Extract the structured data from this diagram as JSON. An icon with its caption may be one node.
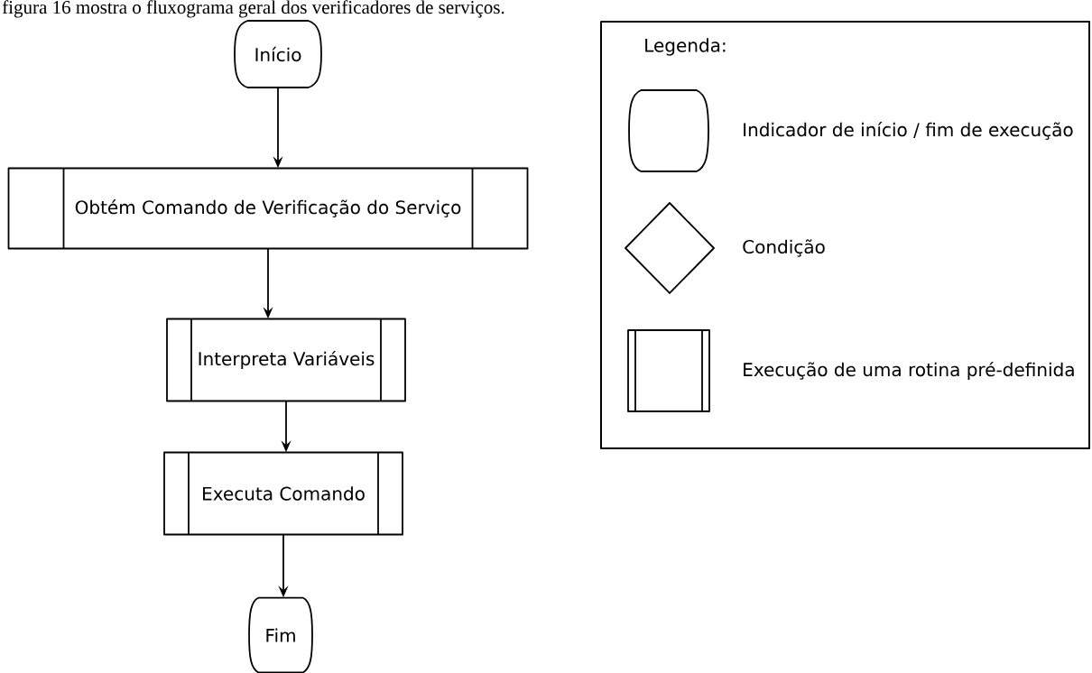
{
  "diagram": {
    "nodes": [
      {
        "text": [
          "Início"
        ]
      },
      {
        "text": [
          "Obtém Comando de Verificação do Serviço"
        ]
      },
      {
        "text": [
          "Interpreta Variáveis"
        ]
      },
      {
        "text": [
          "Executa Comando"
        ]
      },
      {
        "text": [
          "Fim"
        ]
      }
    ],
    "edges": [
      {
        "from": 0,
        "to": 1,
        "arrow": "to"
      },
      {
        "from": 1,
        "to": 2,
        "arrow": "to"
      },
      {
        "from": 2,
        "to": 3,
        "arrow": "to"
      },
      {
        "from": 3,
        "to": 4,
        "arrow": "to"
      }
    ],
    "labels": [
      "figura 16 mostra o fluxograma geral dos verificadores de serviços.",
      "Legenda:"
    ],
    "legend": [
      {
        "text": "Indicador de início / fim de execução"
      },
      {
        "text": "Condição"
      },
      {
        "text": "Execução de uma rotina pré-definida"
      }
    ]
  }
}
